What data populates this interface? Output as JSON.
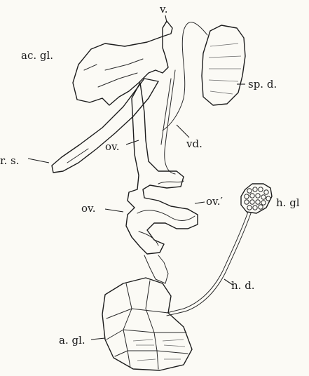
{
  "figure": {
    "labels": {
      "v": "v.",
      "ac_gl": "ac. gl.",
      "sp_d": "sp. d.",
      "vd": "vd.",
      "r_s": "r. s.",
      "ov_upper": "ov.",
      "ov_prime": "ov.′",
      "ov_lower": "ov.",
      "h_gl": "h. gl",
      "h_d": "h. d.",
      "a_gl": "a. gl."
    }
  }
}
